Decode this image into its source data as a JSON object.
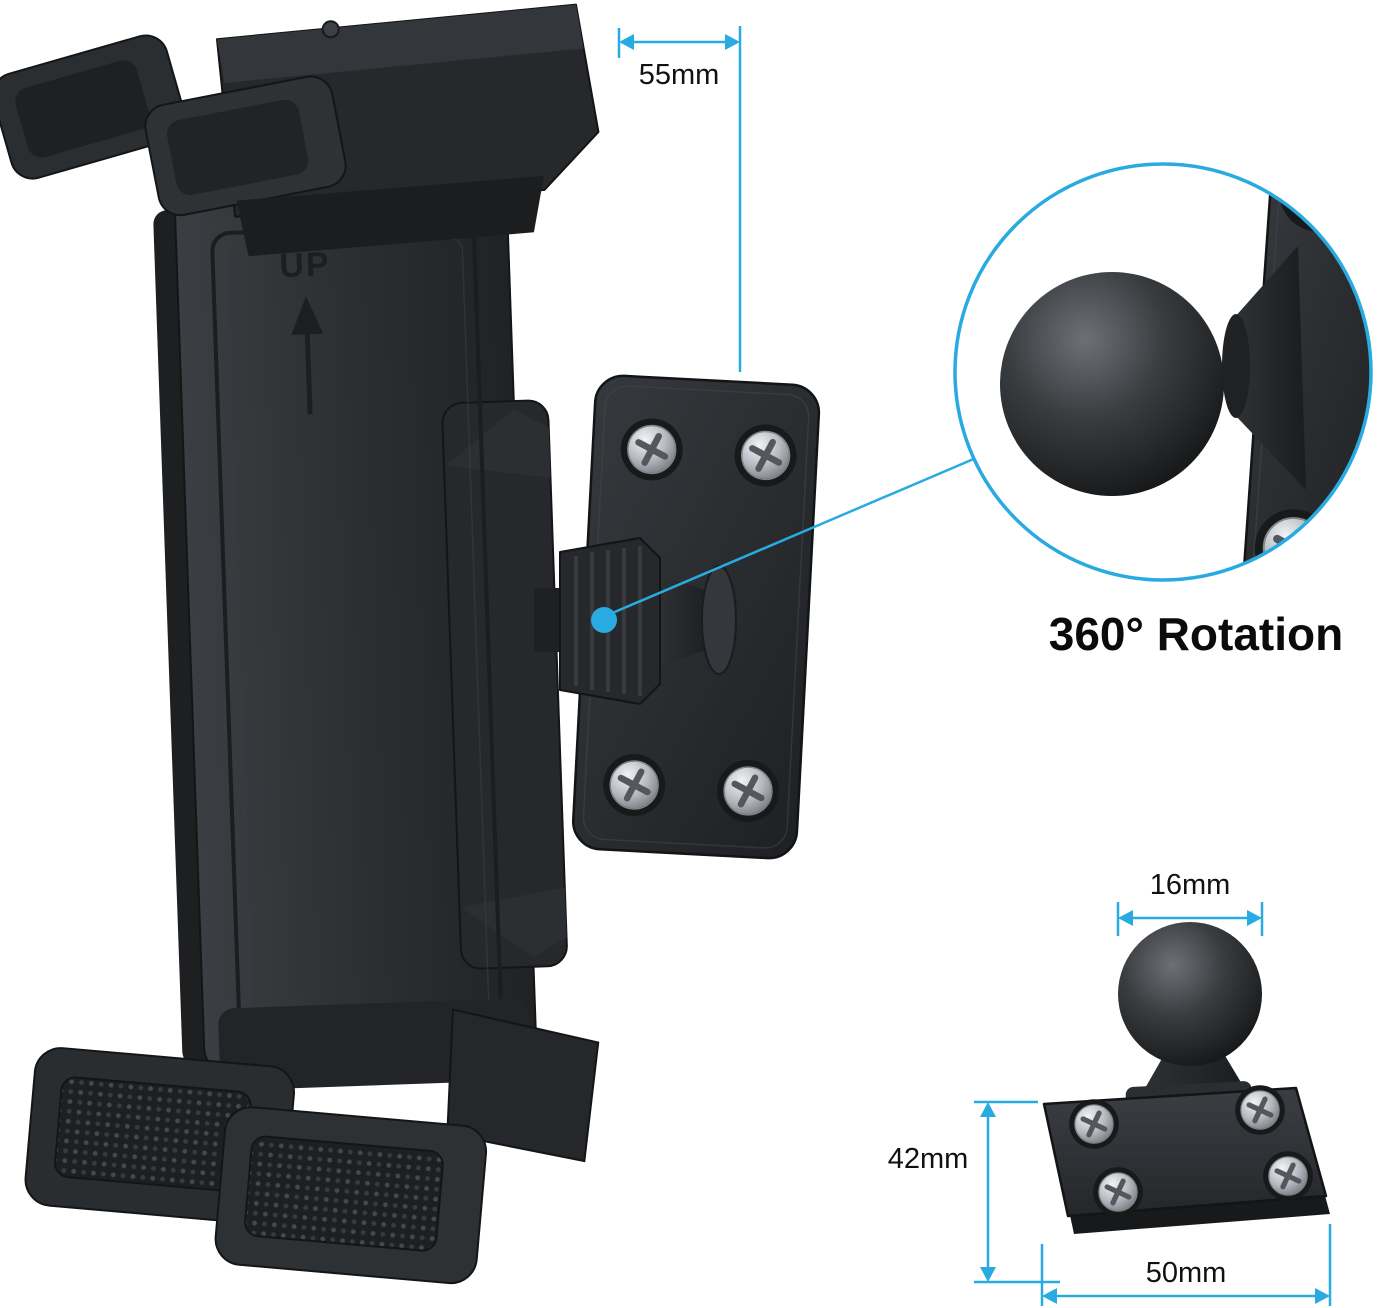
{
  "annotations": {
    "width_dim": "55mm",
    "rotation_label": "360° Rotation",
    "ball_dim": "16mm",
    "plate_height_dim": "42mm",
    "plate_width_dim": "50mm"
  },
  "product": {
    "up_label": "UP"
  },
  "colors": {
    "accent_blue": "#29abe2",
    "label_text": "#111111",
    "product_black": "#26282b"
  }
}
